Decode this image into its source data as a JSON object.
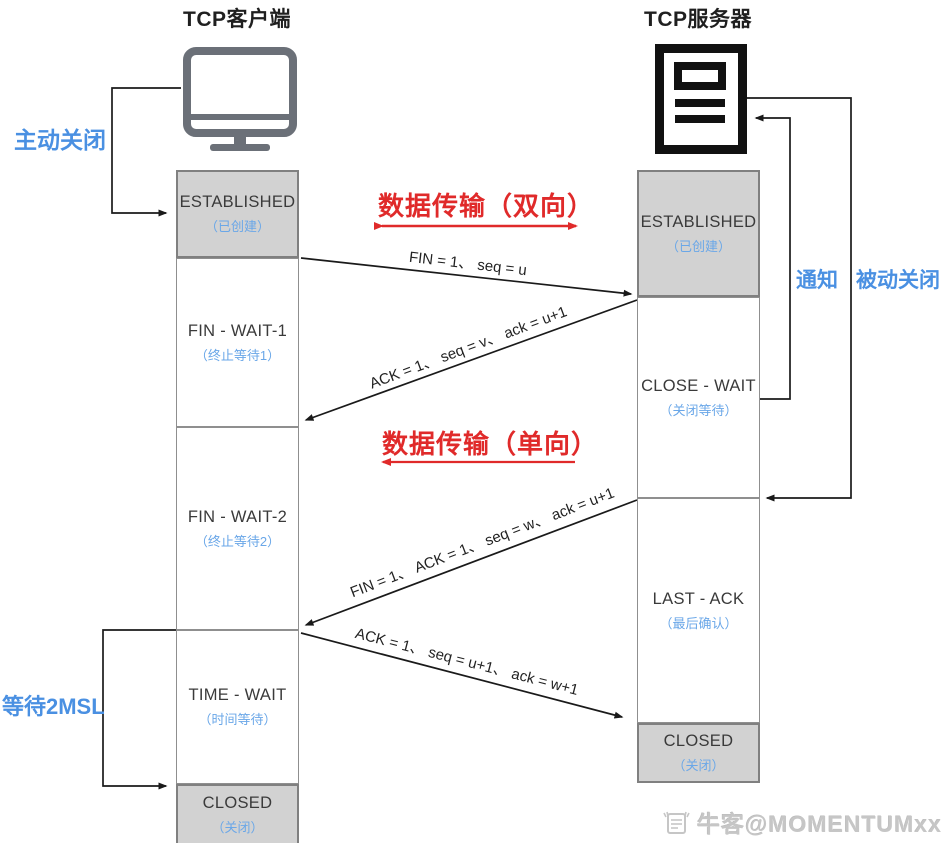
{
  "header": {
    "client_title": "TCP客户端",
    "server_title": "TCP服务器"
  },
  "labels": {
    "active_close": "主动关闭",
    "notify": "通知",
    "passive_close": "被动关闭",
    "wait_2msl": "等待2MSL"
  },
  "transfers": {
    "bidirectional": "数据传输（双向）",
    "unidirectional": "数据传输（单向）"
  },
  "client_states": [
    {
      "name": "ESTABLISHED",
      "cn": "（已创建）"
    },
    {
      "name": "FIN - WAIT-1",
      "cn": "（终止等待1）"
    },
    {
      "name": "FIN - WAIT-2",
      "cn": "（终止等待2）"
    },
    {
      "name": "TIME - WAIT",
      "cn": "（时间等待）"
    },
    {
      "name": "CLOSED",
      "cn": "（关闭）"
    }
  ],
  "server_states": [
    {
      "name": "ESTABLISHED",
      "cn": "（已创建）"
    },
    {
      "name": "CLOSE - WAIT",
      "cn": "（关闭等待）"
    },
    {
      "name": "LAST - ACK",
      "cn": "（最后确认）"
    },
    {
      "name": "CLOSED",
      "cn": "（关闭）"
    }
  ],
  "messages": [
    "FIN = 1、 seq = u",
    "ACK = 1、 seq = v、 ack = u+1",
    "FIN = 1、 ACK = 1、 seq = w、 ack = u+1",
    "ACK = 1、 seq = u+1、 ack = w+1"
  ],
  "watermark": "牛客@MOMENTUMxx",
  "colors": {
    "accent_blue": "#4a90e2",
    "state_cn_blue": "#6aa7e8",
    "accent_red": "#e02a2a",
    "box_gray": "#d2d2d2",
    "line_black": "#1a1a1a",
    "monitor_gray": "#6b7078",
    "server_icon_black": "#111111",
    "watermark_gray": "#c6c6c6"
  }
}
